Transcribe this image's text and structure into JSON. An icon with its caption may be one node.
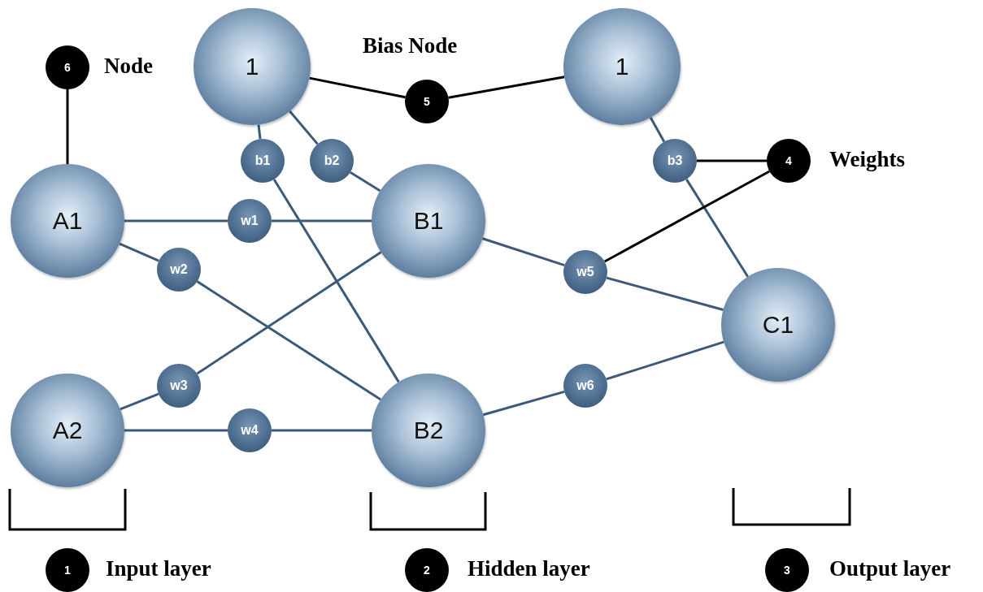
{
  "diagram": {
    "nodes": [
      {
        "text": [
          "6"
        ],
        "beside": [
          "Node"
        ]
      },
      {
        "text": [
          "1"
        ]
      },
      {
        "text": [
          "5"
        ],
        "beside": [
          "Bias Node"
        ]
      },
      {
        "text": [
          "1"
        ]
      },
      {
        "text": [
          "b1"
        ]
      },
      {
        "text": [
          "b2"
        ]
      },
      {
        "text": [
          "b3"
        ]
      },
      {
        "text": [
          "4"
        ],
        "beside": [
          "Weights"
        ]
      },
      {
        "text": [
          "A1"
        ]
      },
      {
        "text": [
          "w1"
        ]
      },
      {
        "text": [
          "B1"
        ]
      },
      {
        "text": [
          "w2"
        ]
      },
      {
        "text": [
          "w5"
        ]
      },
      {
        "text": [
          "C1"
        ]
      },
      {
        "text": [
          "w3"
        ]
      },
      {
        "text": [
          "w6"
        ]
      },
      {
        "text": [
          "A2"
        ]
      },
      {
        "text": [
          "w4"
        ]
      },
      {
        "text": [
          "B2"
        ]
      },
      {
        "text": [
          "1"
        ],
        "beside": [
          "Input layer"
        ]
      },
      {
        "text": [
          "2"
        ],
        "beside": [
          "Hidden layer"
        ]
      },
      {
        "text": [
          "3"
        ],
        "beside": [
          "Output layer"
        ]
      }
    ],
    "edges": [
      {
        "from": 8,
        "to": 9,
        "arrow": "none"
      },
      {
        "from": 9,
        "to": 10,
        "arrow": "none"
      },
      {
        "from": 8,
        "to": 11,
        "arrow": "none"
      },
      {
        "from": 11,
        "to": 18,
        "arrow": "none"
      },
      {
        "from": 16,
        "to": 14,
        "arrow": "none"
      },
      {
        "from": 14,
        "to": 10,
        "arrow": "none"
      },
      {
        "from": 16,
        "to": 17,
        "arrow": "none"
      },
      {
        "from": 17,
        "to": 18,
        "arrow": "none"
      },
      {
        "from": 1,
        "to": 4,
        "arrow": "none"
      },
      {
        "from": 4,
        "to": 18,
        "arrow": "none"
      },
      {
        "from": 1,
        "to": 5,
        "arrow": "none"
      },
      {
        "from": 5,
        "to": 10,
        "arrow": "none"
      },
      {
        "from": 3,
        "to": 6,
        "arrow": "none"
      },
      {
        "from": 6,
        "to": 13,
        "arrow": "none"
      },
      {
        "from": 10,
        "to": 12,
        "arrow": "none"
      },
      {
        "from": 12,
        "to": 13,
        "arrow": "none"
      },
      {
        "from": 18,
        "to": 15,
        "arrow": "none"
      },
      {
        "from": 15,
        "to": 13,
        "arrow": "none"
      },
      {
        "from": 0,
        "to": 8,
        "arrow": "none",
        "color": "#000000"
      },
      {
        "from": 2,
        "to": 1,
        "arrow": "none",
        "color": "#000000"
      },
      {
        "from": 2,
        "to": 3,
        "arrow": "none",
        "color": "#000000"
      },
      {
        "from": 7,
        "to": 6,
        "arrow": "none",
        "color": "#000000"
      },
      {
        "from": 7,
        "to": 12,
        "arrow": "none",
        "color": "#000000"
      }
    ]
  }
}
